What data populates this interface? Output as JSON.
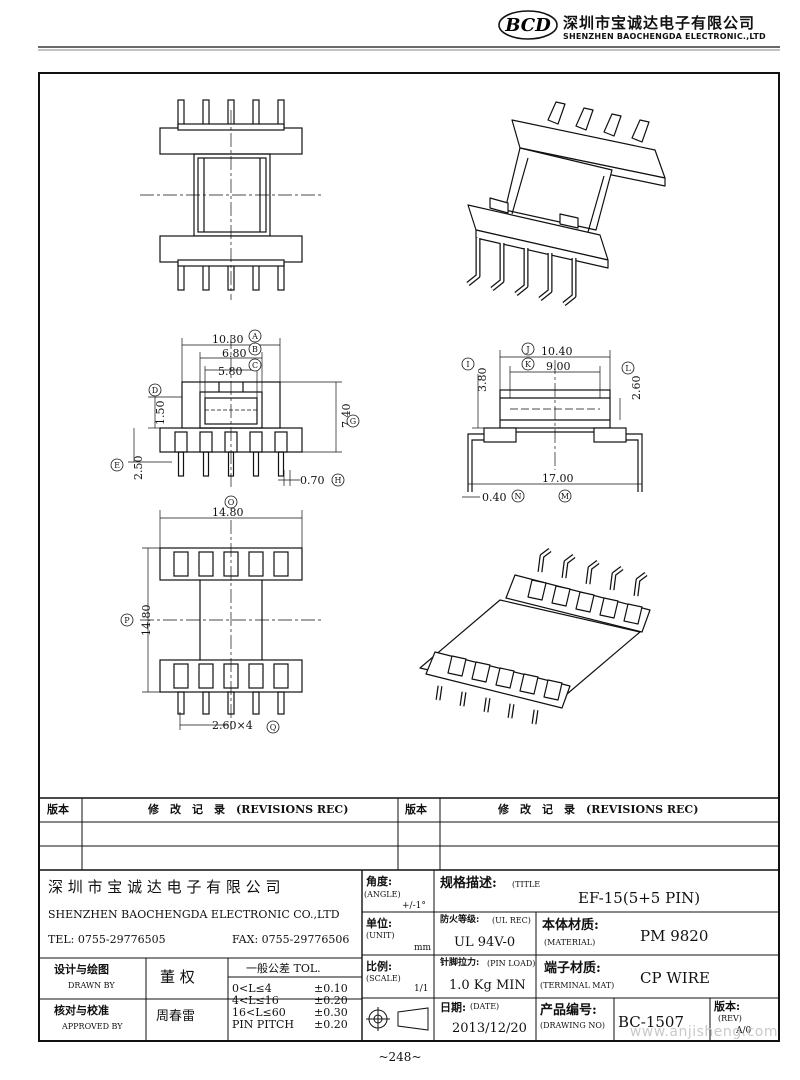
{
  "header": {
    "logo_text": "BCD",
    "company_cn": "深圳市宝诚达电子有限公司",
    "company_en": "SHENZHEN BAOCHENGDA ELECTRONIC.,LTD"
  },
  "dims": {
    "A": "10.30",
    "B": "6.80",
    "C": "5.80",
    "D": "1.50",
    "E": "2.50",
    "G": "7.40",
    "H": "0.70",
    "I": "3.80",
    "J": "10.40",
    "K": "9.00",
    "L": "2.60",
    "M": "17.00",
    "N": "0.40",
    "O": "14.80",
    "P": "14.80",
    "Q": "2.60×4"
  },
  "dim_letters": [
    "A",
    "B",
    "C",
    "D",
    "E",
    "G",
    "H",
    "I",
    "J",
    "K",
    "L",
    "M",
    "N",
    "O",
    "P",
    "Q"
  ],
  "revisions": {
    "ver_label": "版本",
    "rec_label": "修　改　记　录　(REVISIONS REC)"
  },
  "title_block": {
    "company_cn": "深 圳 市 宝 诚 达 电 子 有 限 公 司",
    "company_en": "SHENZHEN BAOCHENGDA ELECTRONIC CO.,LTD",
    "tel": "TEL: 0755-29776505",
    "fax": "FAX: 0755-29776506",
    "design_cn": "设计与绘图",
    "design_en": "DRAWN BY",
    "design_name": "董 权",
    "approve_cn": "核对与校准",
    "approve_en": "APPROVED BY",
    "approve_name": "周春雷",
    "tol_title": "一般公差 TOL.",
    "tol_rows": [
      {
        "range": "0<L≤4",
        "value": "±0.10"
      },
      {
        "range": "4<L≤16",
        "value": "±0.20"
      },
      {
        "range": "16<L≤60",
        "value": "±0.30"
      },
      {
        "range": "PIN PITCH",
        "value": "±0.20"
      }
    ],
    "angle_cn": "角度:",
    "angle_en": "(ANGLE)",
    "angle_val": "+/-1°",
    "unit_cn": "单位:",
    "unit_en": "(UNIT)",
    "unit_val": "mm",
    "scale_cn": "比例:",
    "scale_en": "(SCALE)",
    "scale_val": "1/1",
    "title_cn": "规格描述:",
    "title_en": "(TITLE",
    "title_val": "EF-15(5+5 PIN)",
    "ul_cn": "防火等级:",
    "ul_en": "(UL REC)",
    "ul_val": "UL 94V-0",
    "material_cn": "本体材质:",
    "material_en": "(MATERIAL)",
    "material_val": "PM 9820",
    "pinload_cn": "针脚拉力:",
    "pinload_en": "(PIN LOAD)",
    "pinload_val": "1.0 Kg MIN",
    "terminal_cn": "端子材质:",
    "terminal_en": "(TERMINAL MAT)",
    "terminal_val": "CP WIRE",
    "date_cn": "日期:",
    "date_en": "(DATE)",
    "date_val": "2013/12/20",
    "drawing_cn": "产品编号:",
    "drawing_en": "(DRAWING NO)",
    "drawing_val": "BC-1507",
    "rev_cn": "版本:",
    "rev_en": "(REV)",
    "rev_val": "A/0"
  },
  "page_number": "~248~",
  "watermark": "www.anjisheng.com"
}
